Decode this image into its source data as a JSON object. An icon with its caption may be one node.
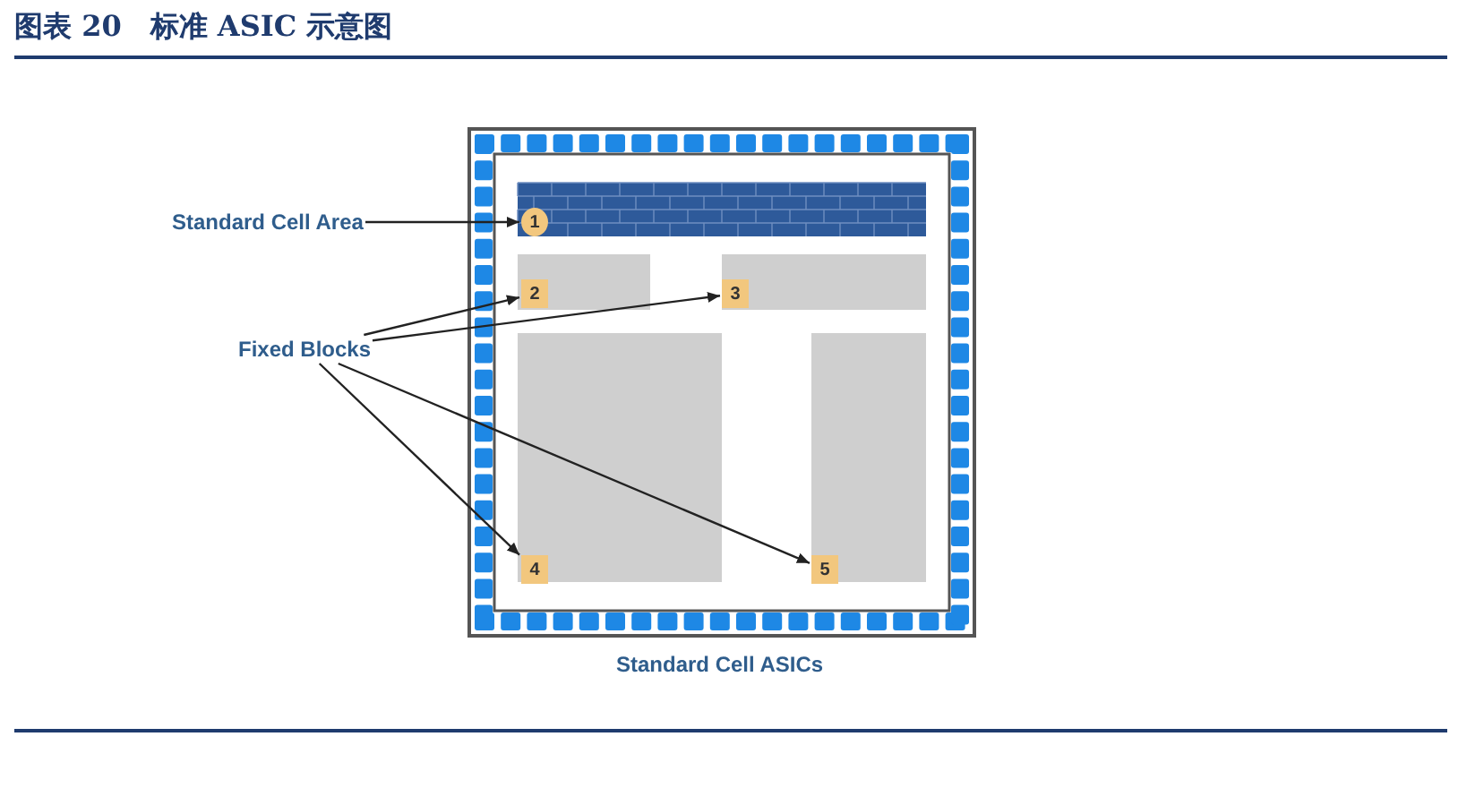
{
  "diagram": {
    "title": "图表 20　标准 ASIC 示意图",
    "caption": "Standard Cell ASICs",
    "nodes": [
      {
        "text": [
          "Standard Cell Area"
        ]
      },
      {
        "text": [
          "Fixed Blocks"
        ]
      },
      {
        "text": [
          "1"
        ]
      },
      {
        "text": [
          "2"
        ]
      },
      {
        "text": [
          "3"
        ]
      },
      {
        "text": [
          "4"
        ]
      },
      {
        "text": [
          "5"
        ]
      }
    ],
    "edges": [
      {
        "from": 0,
        "to": 2,
        "arrow": "to"
      },
      {
        "from": 1,
        "to": 3,
        "arrow": "to"
      },
      {
        "from": 1,
        "to": 4,
        "arrow": "to"
      },
      {
        "from": 1,
        "to": 5,
        "arrow": "to"
      },
      {
        "from": 1,
        "to": 6,
        "arrow": "to"
      }
    ]
  }
}
